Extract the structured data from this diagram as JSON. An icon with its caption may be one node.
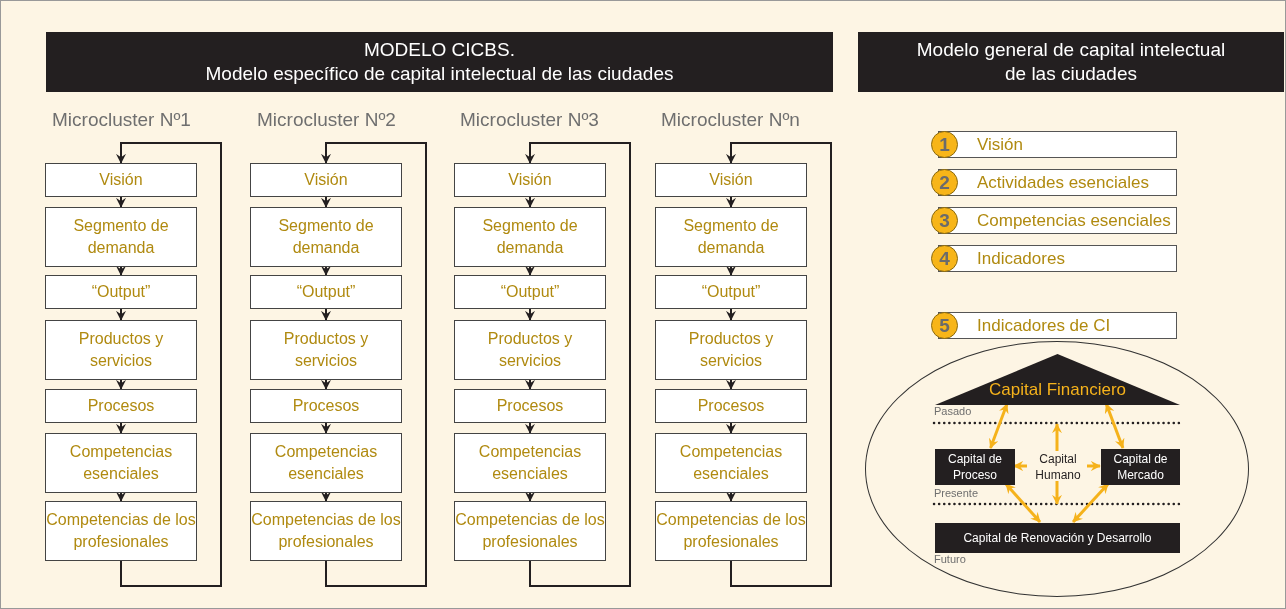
{
  "diagram": {
    "nodes": [
      {
        "text": [
          "MODELO CICBS.",
          "Modelo específico de capital intelectual de las ciudades"
        ]
      },
      {
        "text": [
          "Modelo general de capital intelectual de las ciudades"
        ]
      },
      {
        "text": [
          "Visión"
        ]
      },
      {
        "text": [
          "Segmento de demanda"
        ]
      },
      {
        "text": [
          "“Output”"
        ]
      },
      {
        "text": [
          "Productos y servicios"
        ]
      },
      {
        "text": [
          "Procesos"
        ]
      },
      {
        "text": [
          "Competencias esenciales"
        ]
      },
      {
        "text": [
          "Competencias de los profesionales"
        ]
      },
      {
        "text": [
          "Visión"
        ]
      },
      {
        "text": [
          "Segmento de demanda"
        ]
      },
      {
        "text": [
          "“Output”"
        ]
      },
      {
        "text": [
          "Productos y servicios"
        ]
      },
      {
        "text": [
          "Procesos"
        ]
      },
      {
        "text": [
          "Competencias esenciales"
        ]
      },
      {
        "text": [
          "Competencias de los profesionales"
        ]
      },
      {
        "text": [
          "Visión"
        ]
      },
      {
        "text": [
          "Segmento de demanda"
        ]
      },
      {
        "text": [
          "“Output”"
        ]
      },
      {
        "text": [
          "Productos y servicios"
        ]
      },
      {
        "text": [
          "Procesos"
        ]
      },
      {
        "text": [
          "Competencias esenciales"
        ]
      },
      {
        "text": [
          "Competencias de los profesionales"
        ]
      },
      {
        "text": [
          "Visión"
        ]
      },
      {
        "text": [
          "Segmento de demanda"
        ]
      },
      {
        "text": [
          "“Output”"
        ]
      },
      {
        "text": [
          "Productos y servicios"
        ]
      },
      {
        "text": [
          "Procesos"
        ]
      },
      {
        "text": [
          "Competencias esenciales"
        ]
      },
      {
        "text": [
          "Competencias de los profesionales"
        ]
      },
      {
        "text": [
          "1",
          "Visión"
        ]
      },
      {
        "text": [
          "2",
          "Actividades esenciales"
        ]
      },
      {
        "text": [
          "3",
          "Competencias esenciales"
        ]
      },
      {
        "text": [
          "4",
          "Indicadores"
        ]
      },
      {
        "text": [
          "5",
          "Indicadores de CI"
        ]
      },
      {
        "text": [],
        "shape": "circle"
      },
      {
        "text": [
          "Capital Financiero"
        ],
        "in": 35
      },
      {
        "text": [
          "Capital de Proceso"
        ],
        "in": 35
      },
      {
        "text": [
          "Capital Humano"
        ],
        "in": 35
      },
      {
        "text": [
          "Capital de Mercado"
        ],
        "in": 35
      },
      {
        "text": [
          "Capital de Renovación y Desarrollo"
        ],
        "in": 35
      }
    ],
    "edges": [
      {
        "from": 2,
        "to": 3,
        "arrow": "to"
      },
      {
        "from": 3,
        "to": 4,
        "arrow": "to"
      },
      {
        "from": 4,
        "to": 5,
        "arrow": "to"
      },
      {
        "from": 5,
        "to": 6,
        "arrow": "to"
      },
      {
        "from": 6,
        "to": 7,
        "arrow": "to"
      },
      {
        "from": 7,
        "to": 8,
        "arrow": "to"
      },
      {
        "from": 8,
        "to": 2,
        "arrow": "to"
      },
      {
        "from": 9,
        "to": 10,
        "arrow": "to"
      },
      {
        "from": 10,
        "to": 11,
        "arrow": "to"
      },
      {
        "from": 11,
        "to": 12,
        "arrow": "to"
      },
      {
        "from": 12,
        "to": 13,
        "arrow": "to"
      },
      {
        "from": 13,
        "to": 14,
        "arrow": "to"
      },
      {
        "from": 14,
        "to": 15,
        "arrow": "to"
      },
      {
        "from": 15,
        "to": 9,
        "arrow": "to"
      },
      {
        "from": 16,
        "to": 17,
        "arrow": "to"
      },
      {
        "from": 17,
        "to": 18,
        "arrow": "to"
      },
      {
        "from": 18,
        "to": 19,
        "arrow": "to"
      },
      {
        "from": 19,
        "to": 20,
        "arrow": "to"
      },
      {
        "from": 20,
        "to": 21,
        "arrow": "to"
      },
      {
        "from": 21,
        "to": 22,
        "arrow": "to"
      },
      {
        "from": 22,
        "to": 16,
        "arrow": "to"
      },
      {
        "from": 23,
        "to": 24,
        "arrow": "to"
      },
      {
        "from": 24,
        "to": 25,
        "arrow": "to"
      },
      {
        "from": 25,
        "to": 26,
        "arrow": "to"
      },
      {
        "from": 26,
        "to": 27,
        "arrow": "to"
      },
      {
        "from": 27,
        "to": 28,
        "arrow": "to"
      },
      {
        "from": 28,
        "to": 29,
        "arrow": "to"
      },
      {
        "from": 29,
        "to": 23,
        "arrow": "to"
      },
      {
        "from": 36,
        "to": 37,
        "arrow": "both",
        "color": "#f5b21b"
      },
      {
        "from": 36,
        "to": 39,
        "arrow": "both",
        "color": "#f5b21b"
      },
      {
        "from": 38,
        "to": 37,
        "arrow": "to",
        "color": "#f5b21b"
      },
      {
        "from": 38,
        "to": 39,
        "arrow": "to",
        "color": "#f5b21b"
      },
      {
        "from": 38,
        "to": null,
        "arrow": "to",
        "color": "#f5b21b"
      },
      {
        "from": 38,
        "to": null,
        "arrow": "to",
        "color": "#f5b21b"
      },
      {
        "from": 37,
        "to": 40,
        "arrow": "both",
        "color": "#f5b21b"
      },
      {
        "from": 39,
        "to": 40,
        "arrow": "both",
        "color": "#f5b21b"
      }
    ],
    "labels": [
      "Microcluster Nº1",
      "Microcluster Nº2",
      "Microcluster Nº3",
      "Microcluster Nºn",
      "Pasado",
      "Presente",
      "Futuro"
    ]
  }
}
